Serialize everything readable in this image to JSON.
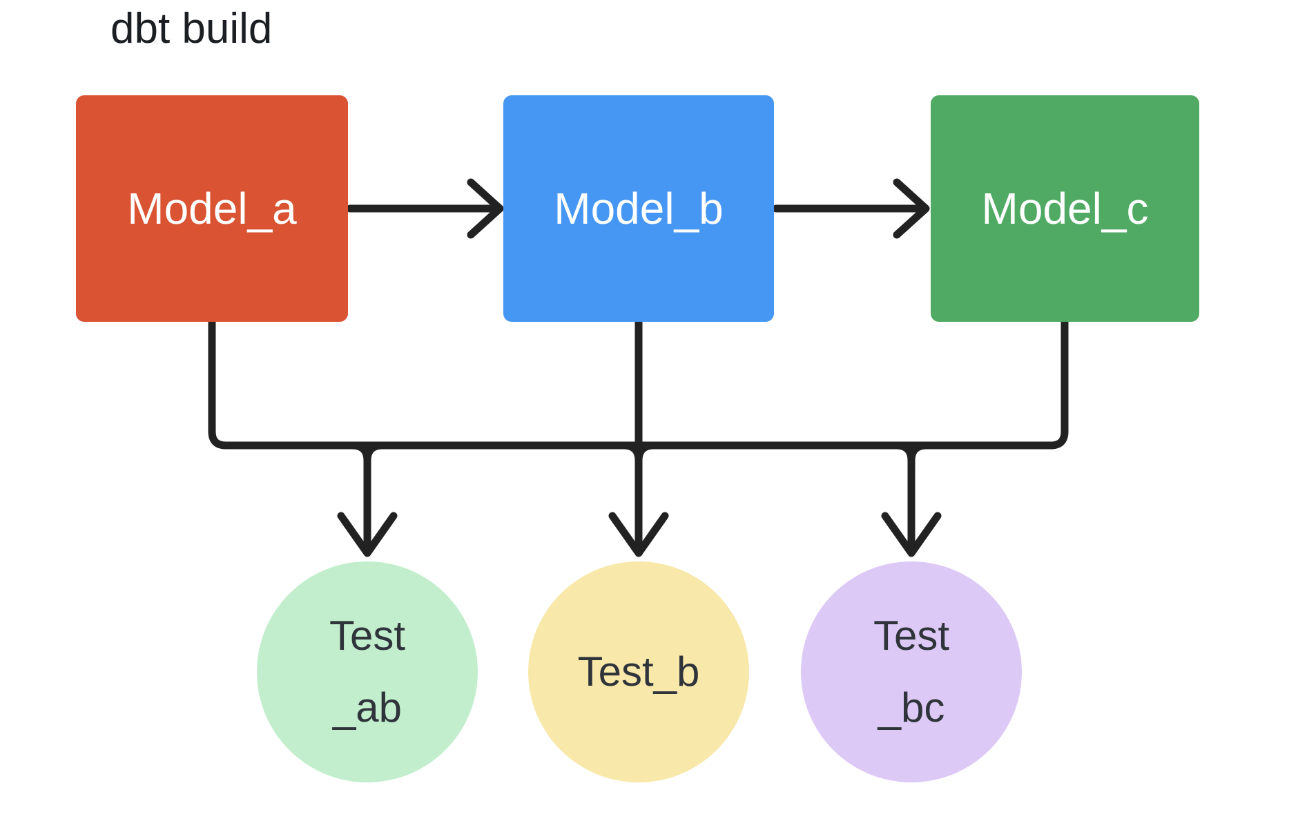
{
  "title": "dbt build",
  "colors": {
    "background": "#FFFFFF",
    "title_text": "#1B1E23",
    "connector": "#222222",
    "test_text": "#2F343A",
    "model_text": "#FFFFFF"
  },
  "nodes": {
    "model_a": {
      "label": "Model_a",
      "shape": "rectangle",
      "color": "#DA5333",
      "text_color": "#FFFFFF"
    },
    "model_b": {
      "label": "Model_b",
      "shape": "rectangle",
      "color": "#4697F3",
      "text_color": "#FFFFFF"
    },
    "model_c": {
      "label": "Model_c",
      "shape": "rectangle",
      "color": "#50AA64",
      "text_color": "#FFFFFF"
    },
    "test_ab": {
      "lines": [
        "Test",
        "_ab"
      ],
      "shape": "circle",
      "color": "#C2EECD",
      "text_color": "#2F343A"
    },
    "test_b": {
      "lines": [
        "Test_b"
      ],
      "shape": "circle",
      "color": "#F8E8AA",
      "text_color": "#2F343A"
    },
    "test_bc": {
      "lines": [
        "Test",
        "_bc"
      ],
      "shape": "circle",
      "color": "#DDC9F6",
      "text_color": "#2F343A"
    }
  },
  "edges": {
    "flow": [
      {
        "from": "model_a",
        "to": "model_b",
        "style": "arrow-right"
      },
      {
        "from": "model_b",
        "to": "model_c",
        "style": "arrow-right"
      }
    ],
    "bus": {
      "description": "merged connector: all model stems join one horizontal bus that splits into three arrowed drops",
      "sources": [
        "model_a",
        "model_b",
        "model_c"
      ],
      "targets": [
        "test_ab",
        "test_b",
        "test_bc"
      ]
    }
  }
}
